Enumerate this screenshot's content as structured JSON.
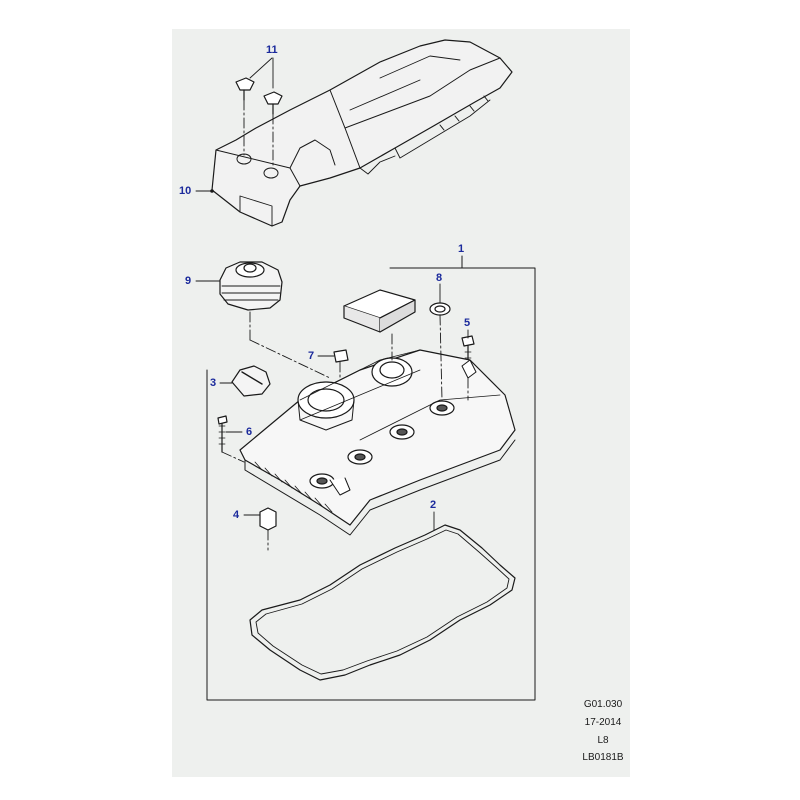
{
  "diagram": {
    "callouts": {
      "c1": "1",
      "c2": "2",
      "c3": "3",
      "c4": "4",
      "c5": "5",
      "c6": "6",
      "c7": "7",
      "c8": "8",
      "c9": "9",
      "c10": "10",
      "c11": "11"
    },
    "reference": {
      "figure_code": "G01.030",
      "date_code": "17-2014",
      "model_code": "L8",
      "illustration_id": "LB0181B"
    }
  }
}
